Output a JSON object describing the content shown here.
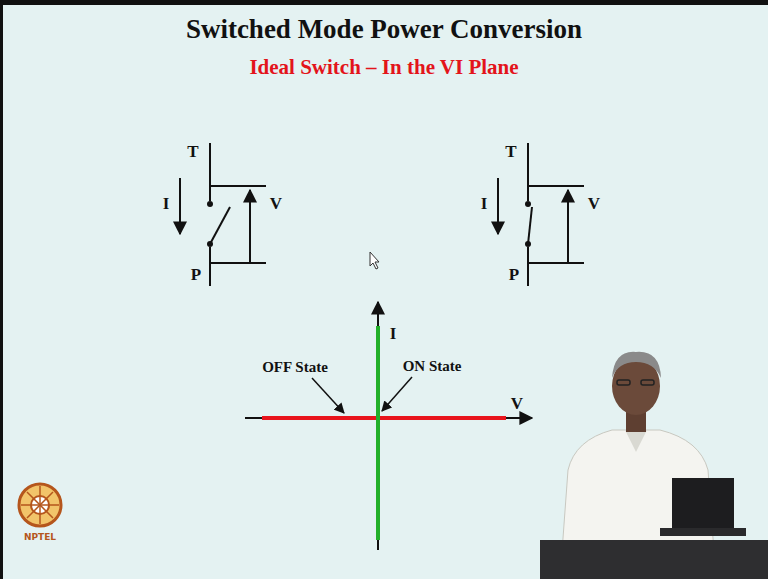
{
  "diagram": {
    "title": "Switched Mode Power Conversion",
    "labels": [
      "Ideal Switch – In the VI Plane",
      "T",
      "I",
      "V",
      "P",
      "T",
      "I",
      "V",
      "P",
      "OFF State",
      "ON State",
      "I",
      "V",
      "NPTEL"
    ]
  }
}
